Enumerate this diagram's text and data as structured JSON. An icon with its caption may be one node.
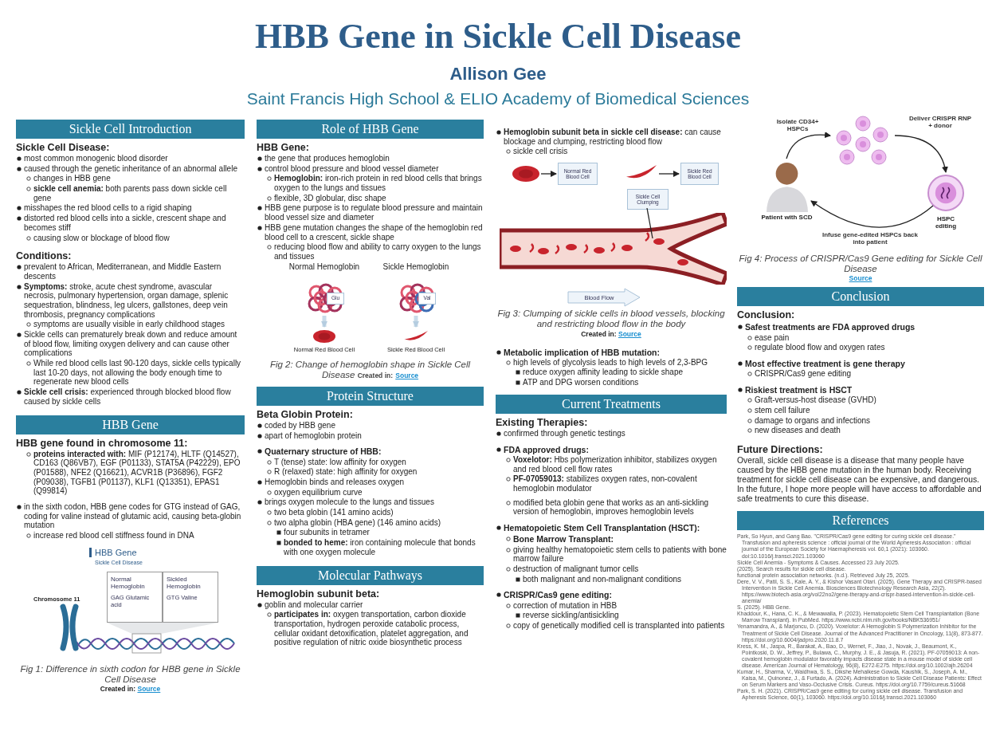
{
  "diagram": {
    "title": "HBB Gene in Sickle Cell Disease",
    "nodes": [
      {
        "text": [
          "Sickle Cell Introduction"
        ]
      },
      {
        "text": [
          "HBB Gene"
        ]
      },
      {
        "text": [
          "Normal Hemoglobin",
          "GAG Glutamic acid"
        ]
      },
      {
        "text": [
          "Sickled Hemoglobin",
          "GTG Valine"
        ]
      },
      {
        "text": [
          "Role of HBB Gene"
        ]
      },
      {
        "text": [],
        "shape": "picture",
        "beside": [
          "Normal Hemoglobin"
        ]
      },
      {
        "text": [
          "Glu"
        ]
      },
      {
        "text": [],
        "shape": "picture",
        "beside": [
          "Sickle Hemoglobin"
        ]
      },
      {
        "text": [
          "Val"
        ]
      },
      {
        "text": [],
        "shape": "picture",
        "beside": [
          "Normal Red Blood Cell"
        ]
      },
      {
        "text": [],
        "shape": "picture",
        "beside": [
          "Sickle Red Blood Cell"
        ]
      },
      {
        "text": [
          "Protein Structure"
        ]
      },
      {
        "text": [
          "Molecular Pathways"
        ]
      },
      {
        "text": [],
        "shape": "picture"
      },
      {
        "text": [
          "Normal Red Blood Cell"
        ]
      },
      {
        "text": [],
        "shape": "picture"
      },
      {
        "text": [
          "Sickle Red Blood Cell"
        ]
      },
      {
        "text": [
          "Sickle Cell Clumping"
        ]
      },
      {
        "text": [],
        "shape": "picture"
      },
      {
        "text": [
          "Blood Flow"
        ]
      },
      {
        "text": [
          "Current Treatments"
        ]
      },
      {
        "text": [],
        "shape": "person",
        "beside": [
          "Patient with SCD"
        ]
      },
      {
        "text": [],
        "shape": "picture"
      },
      {
        "text": [],
        "shape": "circle",
        "beside": [
          "HSPC editing"
        ]
      },
      {
        "text": [
          "Conclusion"
        ]
      },
      {
        "text": [
          "References"
        ]
      }
    ],
    "edges": [
      {
        "from": 5,
        "to": 9,
        "arrow": "to",
        "style": "thick",
        "color": "#c9dbe9"
      },
      {
        "from": 7,
        "to": 10,
        "arrow": "to",
        "style": "thick",
        "color": "#c9dbe9"
      },
      {
        "from": 13,
        "to": 14,
        "arrow": "to"
      },
      {
        "from": 15,
        "to": 16,
        "arrow": "to"
      },
      {
        "from": 17,
        "to": 18,
        "arrow": "none"
      },
      {
        "from": 21,
        "to": 22,
        "arrow": "to",
        "label": "Isolate CD34+ HSPCs"
      },
      {
        "from": 22,
        "to": 23,
        "arrow": "to",
        "label": "Deliver CRISPR RNP + donor"
      },
      {
        "from": 23,
        "to": 21,
        "arrow": "to",
        "label": "Infuse gene-edited HSPCs back into patient"
      }
    ],
    "labels": [
      "Allison Gee",
      "Saint Francis High School & ELIO Academy of Biomedical Sciences",
      "Sickle Cell Disease:",
      "most common monogenic blood disorder",
      "caused through the genetic inheritance of an abnormal allele",
      "changes in HBB gene",
      "**sickle cell anemia:** both parents pass down sickle cell gene",
      "misshapes the red blood cells to a rigid shaping",
      "distorted red blood cells into a sickle, crescent shape and becomes stiff",
      "causing slow or blockage of blood flow",
      "Conditions:",
      "prevalent to African, Mediterranean, and Middle Eastern descents",
      "**Symptoms:** stroke, acute chest syndrome, avascular necrosis, pulmonary hypertension, organ damage, splenic sequestration, blindness, leg ulcers, gallstones, deep vein thrombosis, pregnancy complications",
      "symptoms are usually visible in early childhood stages",
      "Sickle cells can prematurely break down and reduce amount of blood flow, limiting oxygen delivery and can cause other complications",
      "While red blood cells last 90-120 days, sickle cells typically last 10-20 days, not allowing the body enough time to regenerate new blood cells",
      "**Sickle cell crisis:** experienced through blocked blood flow caused by sickle cells",
      "HBB gene found in chromosome 11:",
      "**proteins interacted with:** MIF (P12174), HLTF (Q14527), CD163 (Q86VB7), EGF (P01133), STAT5A (P42229), EPO (P01588), NFE2 (Q16621), ACVR1B (P36896), FGF2 (P09038), TGFB1 (P01137), KLF1 (Q13351), EPAS1 (Q99814)",
      "in the sixth codon, HBB gene codes for GTG instead of GAG, coding for valine instead of glutamic acid, causing beta-globin mutation",
      "increase red blood cell stiffness found in DNA",
      "HBB Gene",
      "Sickle Cell Disease",
      "Chromosome 11",
      "Fig 1: Difference in sixth codon for HBB gene in Sickle Cell Disease",
      "Created in:",
      "Source",
      "HBB Gene:",
      "the gene that produces hemoglobin",
      "control blood pressure and blood vessel diameter",
      "**Hemoglobin:** iron-rich protein in red blood cells that brings oxygen to the lungs and tissues",
      "flexible, 3D globular, disc shape",
      "HBB gene purpose is to regulate blood pressure and maintain blood vessel size and diameter",
      "HBB gene mutation changes the shape of the hemoglobin red blood cell to a crescent, sickle shape",
      "reducing blood flow and ability to carry oxygen to the lungs and tissues",
      "Fig 2: Change of hemoglobin shape in Sickle Cell Disease",
      "Created in:",
      "Source",
      "Beta Globin Protein:",
      "coded by HBB gene",
      "apart of hemoglobin protein",
      "Quaternary structure of HBB:",
      "T (tense) state: low affinity for oxygen",
      "R (relaxed) state: high affinity for oxygen",
      "Hemoglobin binds and releases oxygen",
      "oxygen equilibrium curve",
      "brings oxygen molecule to the lungs and tissues",
      "two beta globin (141 amino acids)",
      "two alpha globin (HBA gene) (146 amino acids)",
      "four subunits in tetramer",
      "**bonded to heme:** iron containing molecule that bonds with one oxygen molecule",
      "Hemoglobin subunit beta:",
      "goblin and molecular carrier",
      "**participates in:** oxygen transportation, carbon dioxide transportation, hydrogen peroxide catabolic process, cellular oxidant detoxification, platelet aggregation, and positive regulation of nitric oxide biosynthetic process",
      "**Hemoglobin subunit beta in sickle cell disease:** can cause blockage and clumping, restricting blood flow",
      "sickle cell crisis",
      "Fig 3: Clumping of sickle cells in blood vessels, blocking and restricting blood flow in the body",
      "Created in:",
      "Source",
      "Metabolic implication of HBB mutation:",
      "high levels of glycolysis leads to high levels of 2,3-BPG",
      "reduce oxygen affinity leading to sickle shape",
      "ATP and DPG worsen conditions",
      "Existing Therapies:",
      "confirmed through genetic testings",
      "FDA approved drugs:",
      "**Voxelotor:** Hbs polymerization inhibitor, stabilizes oxygen and red blood cell flow rates",
      "**PF-07059013:** stabilizes oxygen rates, non-covalent hemoglobin modulator",
      "modified beta globin gene that works as an anti-sickling version of hemoglobin, improves hemoglobin levels",
      "Hematopoietic Stem Cell Transplantation (HSCT):",
      "Bone Marrow Transplant:",
      "giving healthy hematopoietic stem cells to patients with bone marrow failure",
      "destruction of malignant tumor cells",
      "both malignant and non-malignant conditions",
      "CRISPR/Cas9 gene editing:",
      "correction of mutation in HBB",
      "reverse sickling/antisickling",
      "copy of genetically modified cell is transplanted into patients",
      "Fig 4: Process of CRISPR/Cas9 Gene editing for Sickle Cell Disease",
      "Source",
      "Conclusion:",
      "Safest treatments are FDA approved drugs",
      "ease pain",
      "regulate blood flow and oxygen rates",
      "Most effective treatment is gene therapy",
      "CRISPR/Cas9 gene editing",
      "Riskiest treatment is HSCT",
      "Graft-versus-host disease (GVHD)",
      "stem cell failure",
      "damage to organs and infections",
      "new diseases and death",
      "Future Directions:",
      "Overall, sickle cell disease is a disease that many people have caused by the HBB gene mutation in the human body. Receiving treatment for sickle cell disease can be expensive, and dangerous. In the future, I hope more people will have access to affordable and safe treatments to cure this disease.",
      "Park, So Hyun, and Gang Bao. \"CRISPR/Cas9 gene editing for curing sickle cell disease.\" Transfusion and apheresis science : official journal of the World Apheresis Association : official journal of the European Society for Haemapheresis vol. 60,1 (2021): 103060. doi:10.1016/j.transci.2021.103060",
      "Sickle Cell Anemia - Symptoms & Causes. Accessed 23 July 2025.",
      "(2025). Search results for sickle cell disease.",
      "functional protein association networks. (n.d.). Retrieved July 25, 2025.",
      "Dere, V. V., Patil, S. S., Kale, A. Y., & Kishor Vasant Otari. (2025). Gene Therapy and CRISPR-based Intervention in Sickle Cell Anemia. Biosciences Biotechnology Research Asia, 22(2). https://www.biotech-asia.org/vol22no2/gene-therapy-and-crispr-based-intervention-in-sickle-cell-anemia/",
      "S. (2025). HBB Gene.",
      "Khaddour, K., Hana, C. K., & Mewawalla, P. (2023). Hematopoietic Stem Cell Transplantation (Bone Marrow Transplant). In PubMed. https://www.ncbi.nlm.nih.gov/books/NBK536951/",
      "Yenamandra, A., & Marjoncu, D. (2020). Voxelotor: A Hemoglobin S Polymerization Inhibitor for the Treatment of Sickle Cell Disease. Journal of the Advanced Practitioner in Oncology, 11(8), 873-877. https://doi.org/10.6004/jadpro.2020.11.8.7",
      "Kress, K. M., Jaspa, R., Barakat, A., Bao, D., Wernet, F., Jiao, J., Novak, J., Beaumont, K., Pointkoski, D. W., Jeffrey, P., Bulawa, C., Murphy, J. E., & Jasuja, R. (2021). PF-07059013: A non-covalent hemoglobin modulator favorably impacts disease state in a mouse model of sickle cell disease. American Journal of Hematology, 96(8), E272-E275. https://doi.org/10.1002/ajh.26204",
      "Kumar, H., Sharma, V., Waidhwa, S. S., Dikshe Mehalkese Gowda, Kaushik, S., Joseph, A. M., Kaisa, M., Quinonez, J., & Furtado, A. (2024). Administration to Sickle Cell Disease Patients: Effect on Serum Markers and Vaso-Occlusive Crisis. Cureus. https://doi.org/10.7759/cureus.51668",
      "Park, S. H. (2021). CRISPR/Cas9 gene editing for curing sickle cell disease. Transfusion and Apheresis Science, 60(1), 103060. https://doi.org/10.1016/j.transci.2021.103060"
    ]
  }
}
